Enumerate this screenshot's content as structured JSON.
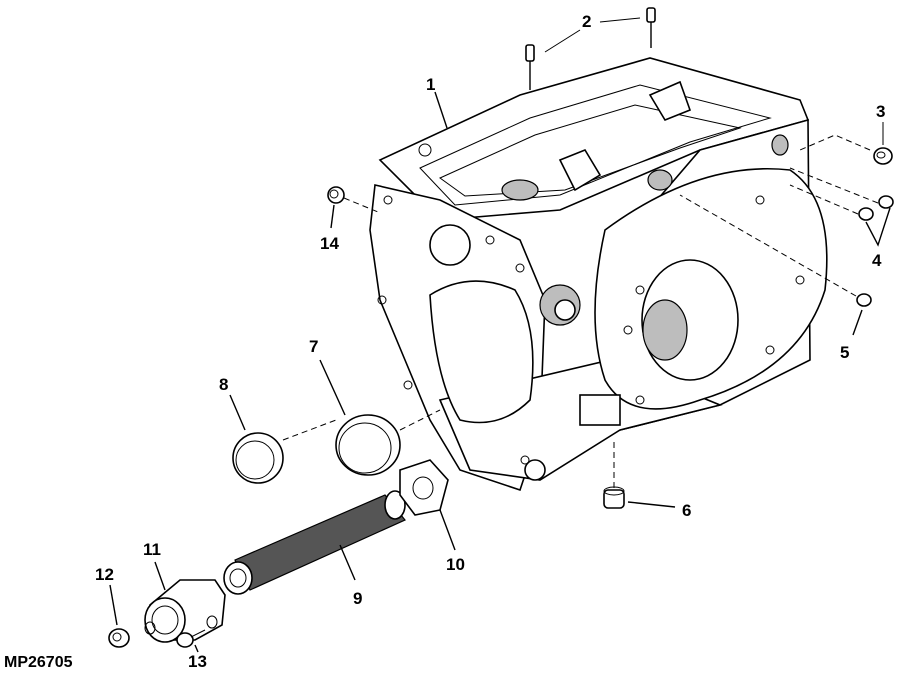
{
  "figure_id": "MP26705",
  "callouts": {
    "c1": "1",
    "c2": "2",
    "c3": "3",
    "c4": "4",
    "c5": "5",
    "c6": "6",
    "c7": "7",
    "c8": "8",
    "c9": "9",
    "c10": "10",
    "c11": "11",
    "c12": "12",
    "c13": "13",
    "c14": "14"
  }
}
